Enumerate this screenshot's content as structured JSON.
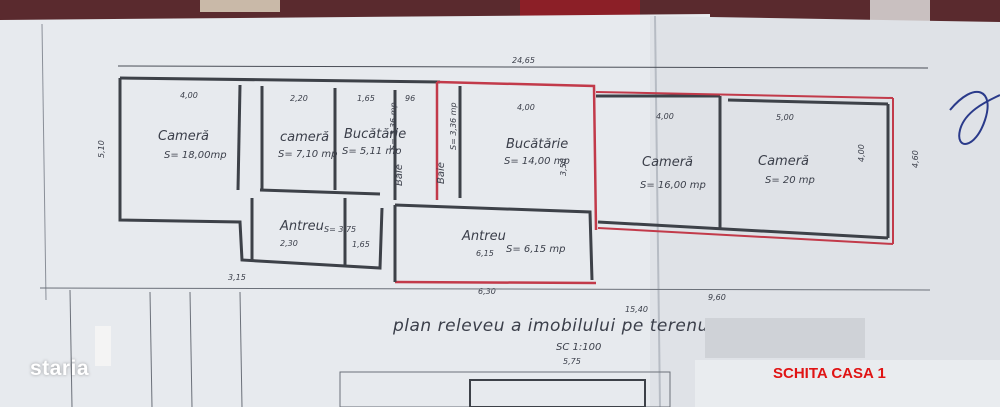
{
  "overall_dim": "24,65",
  "plan_title": "plan releveu a imobilului pe terenul",
  "scale": "SC 1:100",
  "scale_dim": "5,75",
  "rooms": [
    {
      "name": "Cameră",
      "area": "S= 18,00mp"
    },
    {
      "name": "cameră",
      "area": "S= 7,10 mp"
    },
    {
      "name": "Bucătărie",
      "area": "S= 5,11 mp"
    },
    {
      "name": "Baie",
      "area": "S= 3,36 mp"
    },
    {
      "name": "Baie",
      "area": "S= 3,36 mp"
    },
    {
      "name": "Bucătărie",
      "area": "S= 14,00 mp"
    },
    {
      "name": "Cameră",
      "area": "S= 16,00 mp"
    },
    {
      "name": "Cameră",
      "area": "S= 20 mp"
    },
    {
      "name": "Antreu",
      "area": "S= 3,75"
    },
    {
      "name": "Antreu",
      "area": "S= 6,15 mp"
    }
  ],
  "dimensions": {
    "d1": "4,00",
    "d2": "2,20",
    "d3": "1,65",
    "d4": "96",
    "d5": "4,00",
    "d6": "4,00",
    "d7": "5,00",
    "d8": "5,10",
    "d9": "4,60",
    "d10": "6,15",
    "d11": "6,30",
    "d12": "15,40",
    "d13": "9,60",
    "d14": "2,30",
    "d15": "1,65",
    "d16": "3,15",
    "d17": "4,00",
    "d18": "3,50"
  },
  "watermark": "staria",
  "label": "SCHITA CASA 1",
  "colors": {
    "wall": "#3d4148",
    "red_wall": "#c23a4a",
    "label": "#e01414"
  }
}
